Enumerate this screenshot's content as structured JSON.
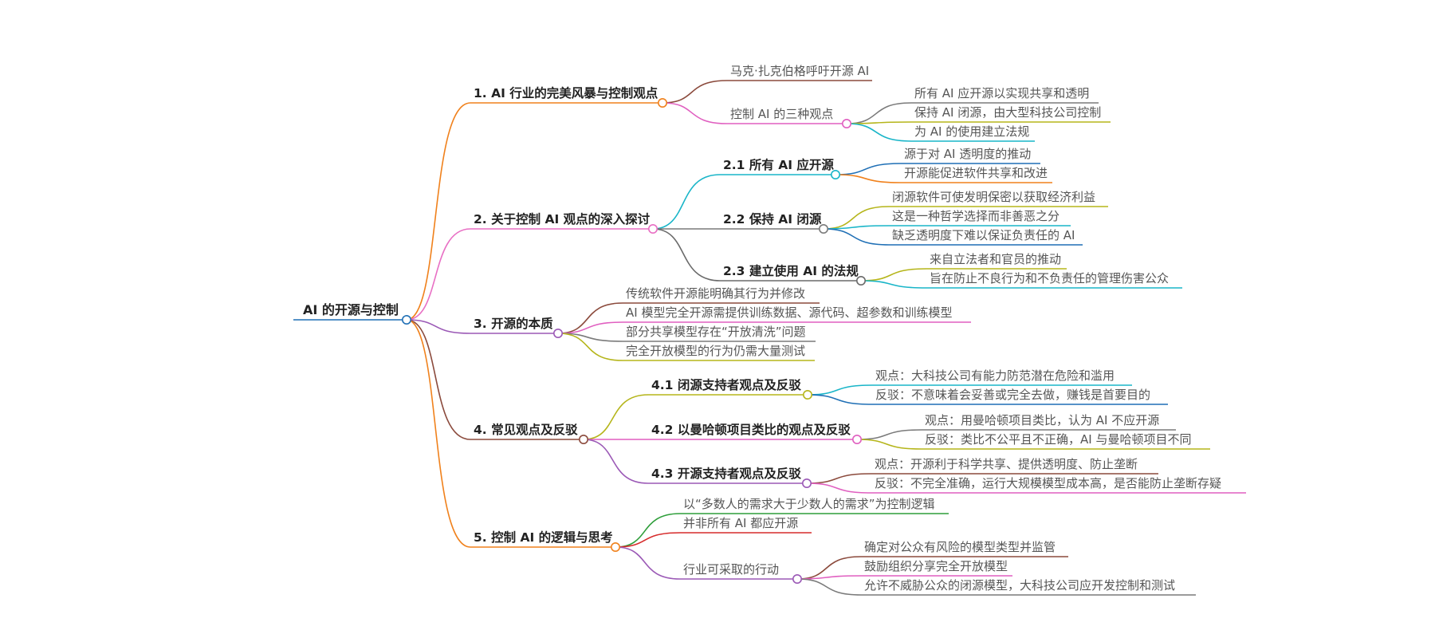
{
  "mindmap": {
    "root": {
      "label": "AI 的开源与控制",
      "color": "#1f6fb5",
      "children": [
        {
          "label": "1. AI 行业的完美风暴与控制观点",
          "color": "#f0811c",
          "children": [
            {
              "label": "马克·扎克伯格呼吁开源 AI",
              "color": "#8b4a3c"
            },
            {
              "label": "控制 AI 的三种观点",
              "color": "#e05fc0",
              "children": [
                {
                  "label": "所有 AI 应开源以实现共享和透明",
                  "color": "#7a7a7a"
                },
                {
                  "label": "保持 AI 闭源，由大型科技公司控制",
                  "color": "#b5b51a"
                },
                {
                  "label": "为 AI 的使用建立法规",
                  "color": "#19b5c8"
                }
              ]
            }
          ]
        },
        {
          "label": "2. 关于控制 AI 观点的深入探讨",
          "color": "#e86fc4",
          "children": [
            {
              "label": "2.1 所有 AI 应开源",
              "color": "#19b5c8",
              "children": [
                {
                  "label": "源于对 AI 透明度的推动",
                  "color": "#1f6fb5"
                },
                {
                  "label": "开源能促进软件共享和改进",
                  "color": "#f0811c"
                }
              ]
            },
            {
              "label": "2.2 保持 AI 闭源",
              "color": "#7a7a7a",
              "children": [
                {
                  "label": "闭源软件可使发明保密以获取经济利益",
                  "color": "#b5b51a"
                },
                {
                  "label": "这是一种哲学选择而非善恶之分",
                  "color": "#19b5c8"
                },
                {
                  "label": "缺乏透明度下难以保证负责任的 AI",
                  "color": "#1f6fb5"
                }
              ]
            },
            {
              "label": "2.3 建立使用 AI 的法规",
              "color": "#6a6a6a",
              "children": [
                {
                  "label": "来自立法者和官员的推动",
                  "color": "#b5b51a"
                },
                {
                  "label": "旨在防止不良行为和不负责任的管理伤害公众",
                  "color": "#19b5c8"
                }
              ]
            }
          ]
        },
        {
          "label": "3. 开源的本质",
          "color": "#9b59b6",
          "children": [
            {
              "label": "传统软件开源能明确其行为并修改",
              "color": "#8b4a3c"
            },
            {
              "label": "AI 模型完全开源需提供训练数据、源代码、超参数和训练模型",
              "color": "#e05fc0"
            },
            {
              "label": "部分共享模型存在“开放清洗”问题",
              "color": "#7a7a7a"
            },
            {
              "label": "完全开放模型的行为仍需大量测试",
              "color": "#b5b51a"
            }
          ]
        },
        {
          "label": "4. 常见观点及反驳",
          "color": "#8b4a3c",
          "children": [
            {
              "label": "4.1 闭源支持者观点及反驳",
              "color": "#b5b51a",
              "children": [
                {
                  "label": "观点：大科技公司有能力防范潜在危险和滥用",
                  "color": "#19b5c8"
                },
                {
                  "label": "反驳：不意味着会妥善或完全去做，赚钱是首要目的",
                  "color": "#1f6fb5"
                }
              ]
            },
            {
              "label": "4.2 以曼哈顿项目类比的观点及反驳",
              "color": "#e05fc0",
              "children": [
                {
                  "label": "观点：用曼哈顿项目类比，认为 AI 不应开源",
                  "color": "#7a7a7a"
                },
                {
                  "label": "反驳：类比不公平且不正确，AI 与曼哈顿项目不同",
                  "color": "#b5b51a"
                }
              ]
            },
            {
              "label": "4.3 开源支持者观点及反驳",
              "color": "#9b59b6",
              "children": [
                {
                  "label": "观点：开源利于科学共享、提供透明度、防止垄断",
                  "color": "#8b4a3c"
                },
                {
                  "label": "反驳：不完全准确，运行大规模模型成本高，是否能防止垄断存疑",
                  "color": "#e05fc0"
                }
              ]
            }
          ]
        },
        {
          "label": "5. 控制 AI 的逻辑与思考",
          "color": "#f0811c",
          "children": [
            {
              "label": "以“多数人的需求大于少数人的需求”为控制逻辑",
              "color": "#2e9e3a"
            },
            {
              "label": "并非所有 AI 都应开源",
              "color": "#d62b2b"
            },
            {
              "label": "行业可采取的行动",
              "color": "#9b59b6",
              "children": [
                {
                  "label": "确定对公众有风险的模型类型并监管",
                  "color": "#8b4a3c"
                },
                {
                  "label": "鼓励组织分享完全开放模型",
                  "color": "#e05fc0"
                },
                {
                  "label": "允许不威胁公众的闭源模型，大科技公司应开发控制和测试",
                  "color": "#7a7a7a"
                }
              ]
            }
          ]
        }
      ]
    }
  }
}
